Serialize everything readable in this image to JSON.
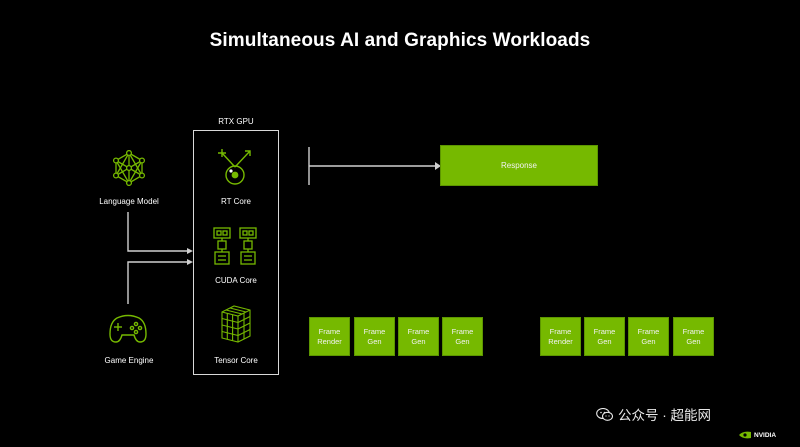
{
  "title": "Simultaneous AI and Graphics Workloads",
  "gpu_label": "RTX GPU",
  "inputs": {
    "language_model": "Language Model",
    "game_engine": "Game Engine"
  },
  "cores": {
    "rt": "RT Core",
    "cuda": "CUDA Core",
    "tensor": "Tensor Core"
  },
  "response_label": "Response",
  "frames_left": [
    {
      "line1": "Frame",
      "line2": "Render"
    },
    {
      "line1": "Frame",
      "line2": "Gen"
    },
    {
      "line1": "Frame",
      "line2": "Gen"
    },
    {
      "line1": "Frame",
      "line2": "Gen"
    }
  ],
  "frames_right": [
    {
      "line1": "Frame",
      "line2": "Render"
    },
    {
      "line1": "Frame",
      "line2": "Gen"
    },
    {
      "line1": "Frame",
      "line2": "Gen"
    },
    {
      "line1": "Frame",
      "line2": "Gen"
    }
  ],
  "watermark": "公众号 · 超能网",
  "brand": "NVIDIA",
  "colors": {
    "accent_green": "#76b900",
    "line_gray": "#cfcfcf"
  },
  "icons": [
    "neural-network-icon",
    "gamepad-icon",
    "ray-tracing-icon",
    "cuda-chip-icon",
    "tensor-cube-icon",
    "wechat-icon",
    "nvidia-eye-icon"
  ]
}
